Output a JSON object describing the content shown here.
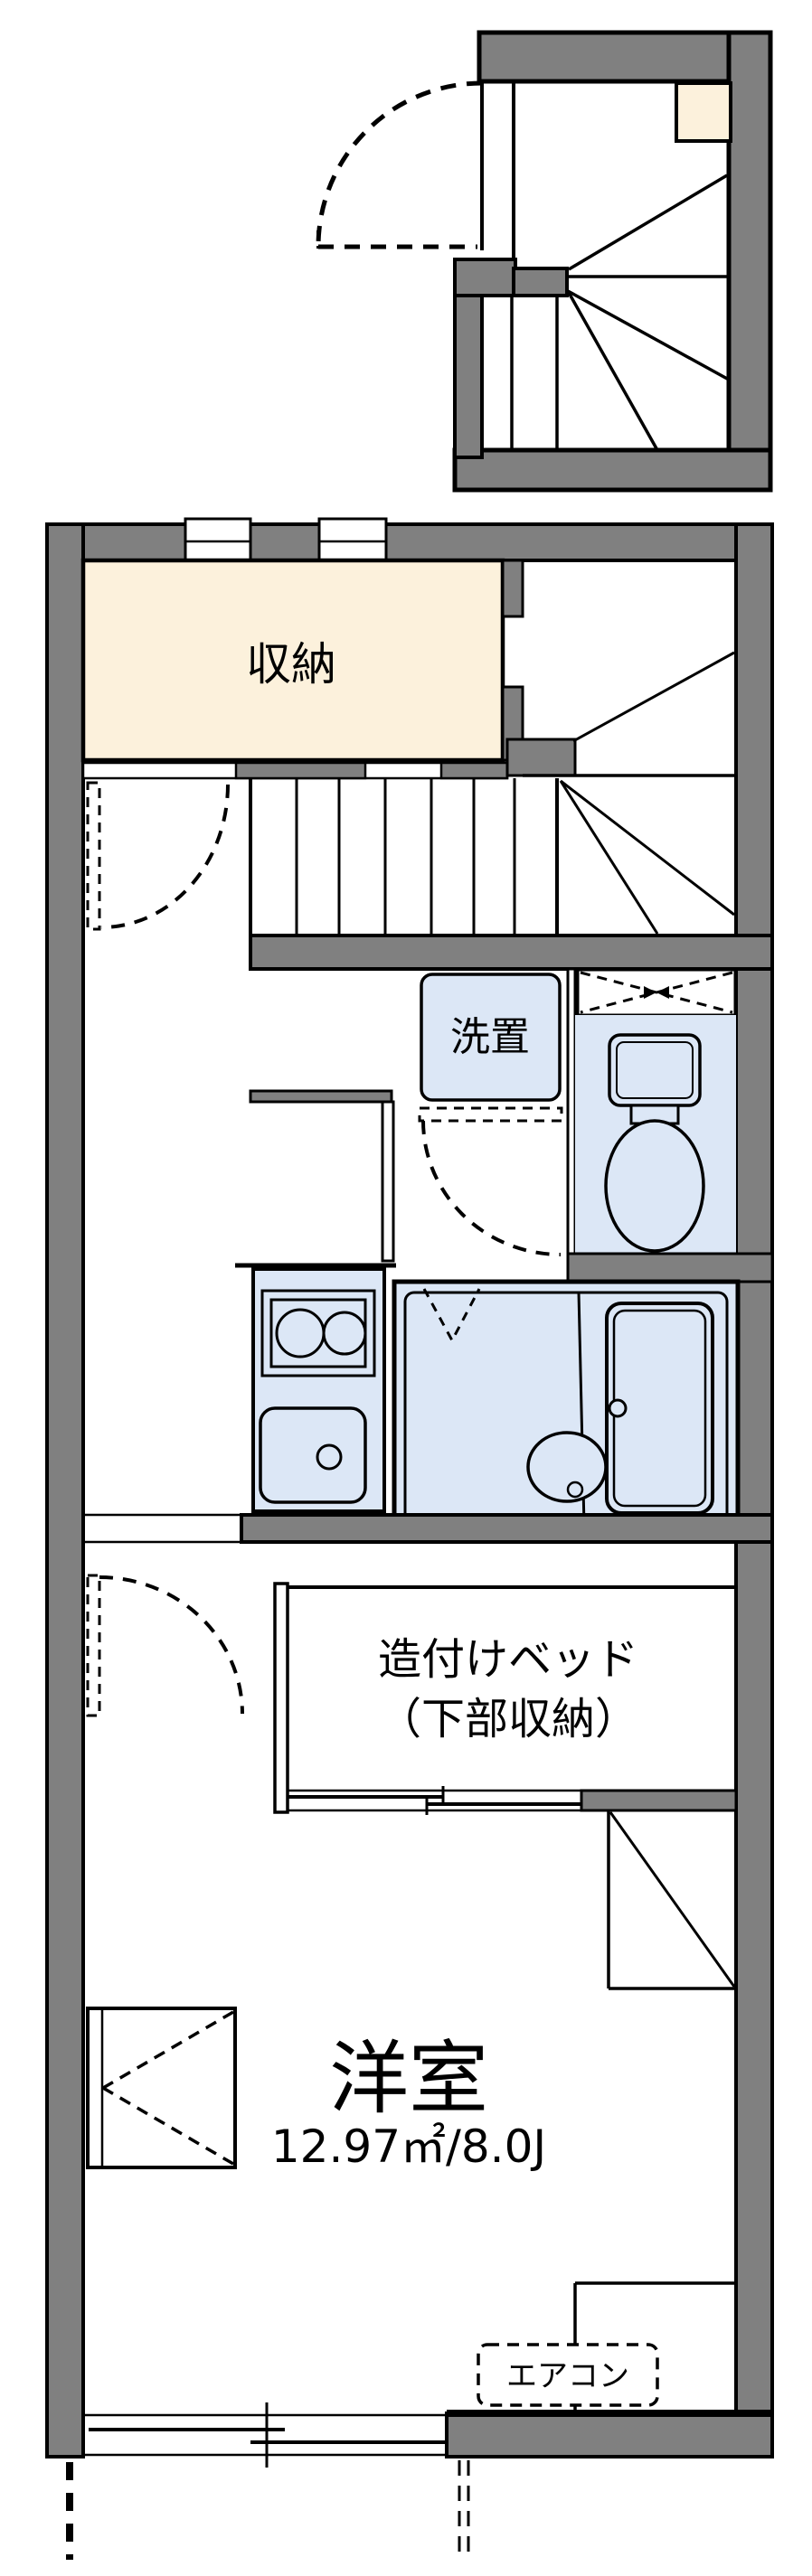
{
  "floorplan": {
    "labels": {
      "storage": "収納",
      "laundry": "洗置",
      "bed_line1": "造付けベッド",
      "bed_line2": "（下部収納）",
      "western_room": "洋室",
      "western_room_area": "12.97㎡/8.0J",
      "aircon": "エアコン"
    },
    "colors": {
      "wall_gray": "#808080",
      "storage_fill": "#FCF1DC",
      "fixture_fill": "#DCE7F6",
      "line": "#000000",
      "background": "#FFFFFF"
    }
  }
}
